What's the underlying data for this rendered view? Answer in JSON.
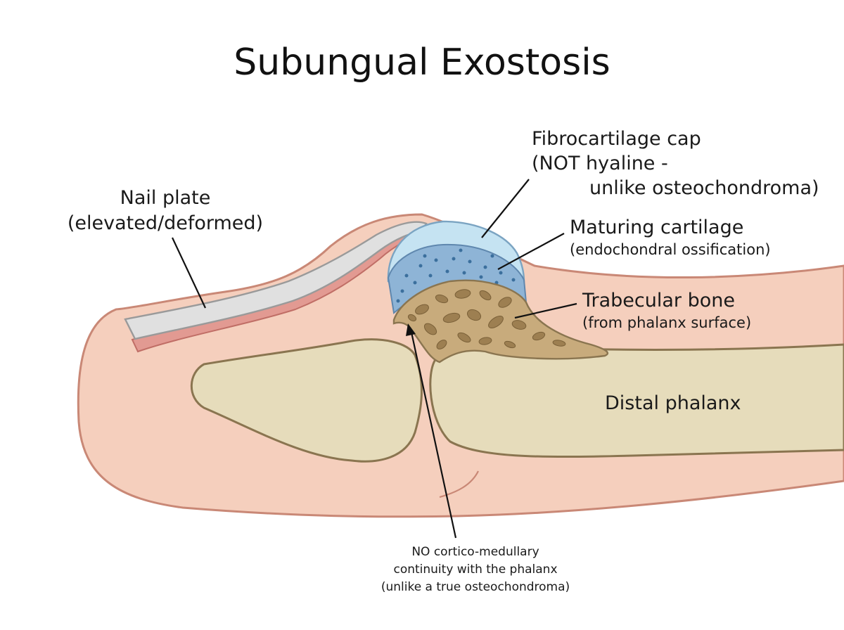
{
  "title": "Subungual Exostosis",
  "labels": {
    "nail": {
      "line1": "Nail plate",
      "line2": "(elevated/deformed)"
    },
    "cap": {
      "line1": "Fibrocartilage cap",
      "line2": "(NOT hyaline -",
      "line3": "unlike osteochondroma)"
    },
    "maturing": {
      "line1": "Maturing cartilage",
      "line2": "(endochondral ossification)"
    },
    "trabecular": {
      "line1": "Trabecular bone",
      "line2": "(from phalanx surface)"
    },
    "phalanx": {
      "line1": "Distal phalanx"
    },
    "continuity": {
      "line1": "NO cortico-medullary",
      "line2": "continuity with the phalanx",
      "line3": "(unlike a true osteochondroma)"
    }
  },
  "colors": {
    "skin": "#f5cfbd",
    "skin_outline": "#c98876",
    "bone": "#e6dcbb",
    "bone_outline": "#8a7550",
    "nail": "#e0e0e0",
    "nail_bed": "#e29a92",
    "cap": "#c5e3f2",
    "maturing_cartilage": "#8eb4d6",
    "trabecular": "#c8ab7c",
    "trabecular_holes": "#9d7f51"
  }
}
